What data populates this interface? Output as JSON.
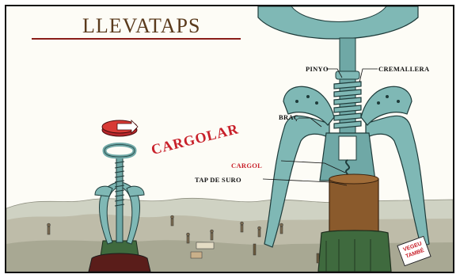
{
  "title": "LLEVATAPS",
  "action_label": "CARGOLAR",
  "callouts": {
    "pinyo": "PINYO",
    "cremallera": "CREMALLERA",
    "brac": "BRAÇ",
    "cargol": "CARGOL",
    "tap_de_suro": "TAP DE SURO"
  },
  "link_badge": {
    "line1": "VEGEU",
    "line2": "TAMBÉ"
  },
  "colors": {
    "corkscrew": "#7fb8b5",
    "accent_red": "#c8202a",
    "cork": "#8a5a2c",
    "bottle": "#3f6a3e",
    "title": "#5a3a1c"
  },
  "icons": [
    "rotate-arrow-icon"
  ]
}
